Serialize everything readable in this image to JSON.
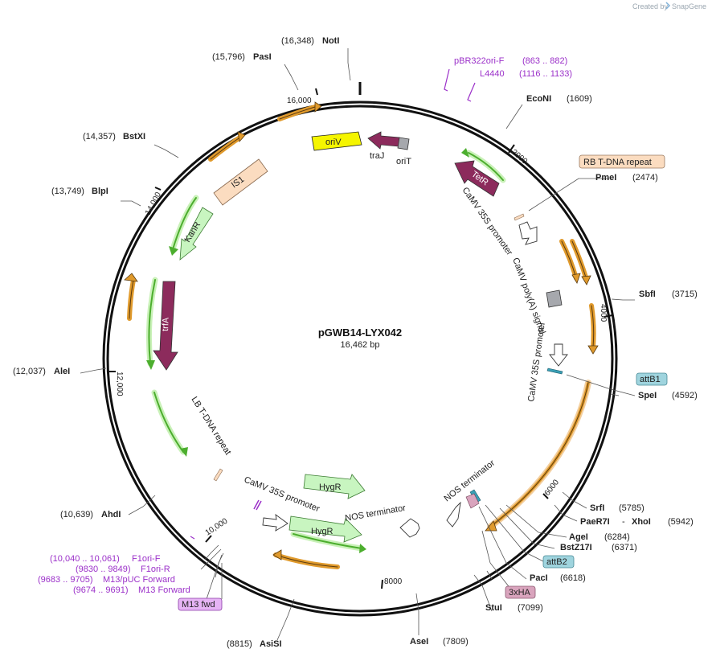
{
  "credit": {
    "created_by": "Created by",
    "brand": "SnapGene"
  },
  "plasmid": {
    "name": "pGWB14-LYX042",
    "size": "16,462 bp",
    "length": 16462
  },
  "ticks": [
    "2000",
    "4000",
    "6000",
    "8000",
    "10,000",
    "12,000",
    "14,000",
    "16,000"
  ],
  "sites": [
    {
      "name": "NotI",
      "pos": "(16,348)",
      "bp": 16348
    },
    {
      "name": "PasI",
      "pos": "(15,796)",
      "bp": 15796
    },
    {
      "name": "EcoNI",
      "pos": "(1609)",
      "bp": 1609
    },
    {
      "name": "BstXI",
      "pos": "(14,357)",
      "bp": 14357
    },
    {
      "name": "PmeI",
      "pos": "(2474)",
      "bp": 2474
    },
    {
      "name": "BlpI",
      "pos": "(13,749)",
      "bp": 13749
    },
    {
      "name": "SbfI",
      "pos": "(3715)",
      "bp": 3715
    },
    {
      "name": "AleI",
      "pos": "(12,037)",
      "bp": 12037
    },
    {
      "name": "SpeI",
      "pos": "(4592)",
      "bp": 4592
    },
    {
      "name": "SrfI",
      "pos": "(5785)",
      "bp": 5785
    },
    {
      "name": "AhdI",
      "pos": "(10,639)",
      "bp": 10639
    },
    {
      "name": "PaeR7I",
      "pos": "(5942)",
      "bp": 5942
    },
    {
      "name": "XhoI",
      "pos": "",
      "bp": 5942
    },
    {
      "name": "AgeI",
      "pos": "(6284)",
      "bp": 6284
    },
    {
      "name": "BstZ17I",
      "pos": "(6371)",
      "bp": 6371
    },
    {
      "name": "PacI",
      "pos": "(6618)",
      "bp": 6618
    },
    {
      "name": "StuI",
      "pos": "(7099)",
      "bp": 7099
    },
    {
      "name": "AseI",
      "pos": "(7809)",
      "bp": 7809
    },
    {
      "name": "AsiSI",
      "pos": "(8815)",
      "bp": 8815
    }
  ],
  "primers": [
    {
      "name": "pBR322ori-F",
      "range": "(863 .. 882)"
    },
    {
      "name": "L4440",
      "range": "(1116 .. 1133)"
    },
    {
      "name": "F1ori-F",
      "range": "(10,040 .. 10,061)"
    },
    {
      "name": "F1ori-R",
      "range": "(9830 .. 9849)"
    },
    {
      "name": "M13/pUC Forward",
      "range": "(9683 .. 9705)"
    },
    {
      "name": "M13 Forward",
      "range": "(9674 .. 9691)"
    }
  ],
  "boxed_labels": {
    "rb_repeat": "RB T-DNA repeat",
    "attb1": "attB1",
    "attb2": "attB2",
    "ha3x": "3xHA",
    "m13fwd": "M13 fwd"
  },
  "features": {
    "oriv": "oriV",
    "traj": "traJ",
    "orit": "oriT",
    "tetr": "TetR",
    "is1": "IS1",
    "kanr": "KanR",
    "trfa": "trfA",
    "hygr1": "HygR",
    "hygr2": "HygR",
    "camv1": "CaMV 35S promoter",
    "camv_polya": "CaMV poly(A) signal",
    "camv2": "CaMV 35S promoter",
    "lb_repeat": "LB T-DNA repeat",
    "camv3": "CaMV 35S promoter",
    "nos1": "NOS terminator",
    "nos2": "NOS terminator"
  },
  "colors": {
    "backbone": "#111111",
    "orf": "#e09a2c",
    "marker_green": "#4cae2e",
    "oriv": "#f5f500",
    "traj": "#8c2b5c",
    "tetr": "#8c2b5c",
    "trfa": "#8c2b5c",
    "is1": "#fbdcc0",
    "kanr": "#c8f5c0",
    "hygr": "#c8f5c0",
    "gray_feature": "#a6a8ad",
    "primer": "#9b30c9",
    "attb": "#9fd4de",
    "ha": "#d9a4bd",
    "m13": "#e6b4f5"
  }
}
